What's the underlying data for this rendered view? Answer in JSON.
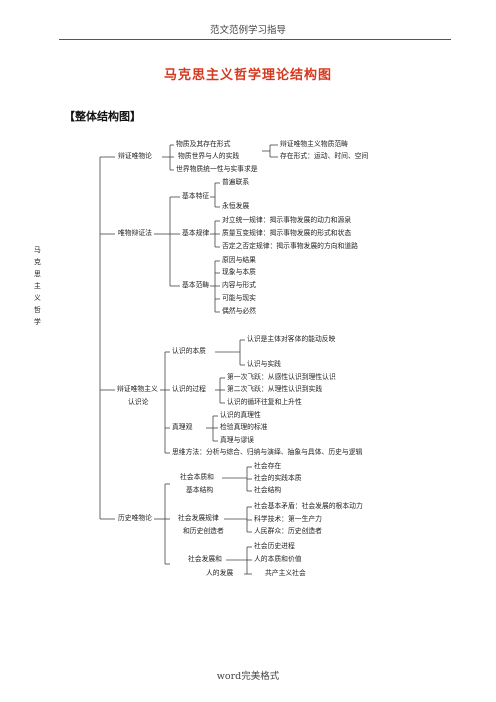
{
  "page": {
    "header": "范文范例学习指导",
    "footer": "word完美格式",
    "title": "马克思主义哲学理论结构图",
    "section": "【整体结构图】"
  },
  "tree": {
    "root": "马克思主义哲学",
    "dm": {
      "label": "辩证唯物论",
      "a1": "物质及其存在形式",
      "a2": "物质世界与人的实践",
      "a3": "世界物质统一性与实事求是",
      "b1": "辩证唯物主义物质范畴",
      "b2": "存在形式：运动、时间、空间"
    },
    "wb": {
      "label": "唯物辩证法",
      "features": "基本特征",
      "f1": "普遍联系",
      "f2": "永恒发展",
      "laws": "基本规律",
      "l1": "对立统一规律：揭示事物发展的动力和源泉",
      "l2": "质量互变规律：揭示事物发展的形式和状态",
      "l3": "否定之否定规律：揭示事物发展的方向和道路",
      "cats": "基本范畴",
      "c1": "原因与结果",
      "c2": "现象与本质",
      "c3": "内容与形式",
      "c4": "可能与现实",
      "c5": "偶然与必然"
    },
    "rs": {
      "label1": "辩证唯物主义",
      "label2": "认识论",
      "essence": "认识的本质",
      "e1": "认识是主体对客体的能动反映",
      "e2": "认识与实践",
      "process": "认识的过程",
      "p1": "第一次飞跃：从感性认识到理性认识",
      "p2": "第二次飞跃：从理性认识到实践",
      "p3": "认识的循环往复和上升性",
      "truth": "真理观",
      "t1": "认识的真理性",
      "t2": "检验真理的标准",
      "t3": "真理与谬误",
      "thinking": "思维方法：分析与综合、归纳与演绎、抽象与具体、历史与逻辑"
    },
    "hm": {
      "label": "历史唯物论",
      "s1a": "社会本质和",
      "s1b": "基本结构",
      "s1c1": "社会存在",
      "s1c2": "社会的实践本质",
      "s1c3": "社会结构",
      "s2a": "社会发展规律",
      "s2b": "和历史创造者",
      "s2c1": "社会基本矛盾：社会发展的根本动力",
      "s2c2": "科学技术：第一生产力",
      "s2c3": "人民群众：历史创造者",
      "s3a": "社会发展和",
      "s3b": "人的发展",
      "s3c1": "社会历史进程",
      "s3c2": "人的本质和价值",
      "s3c3": "共产主义社会"
    }
  }
}
